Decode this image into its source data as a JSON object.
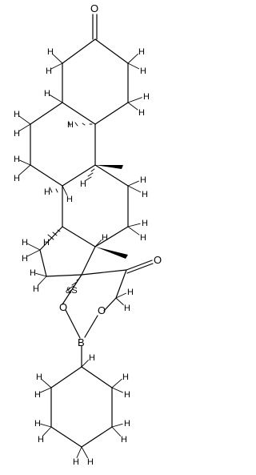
{
  "atom_labels": {
    "ketone_o": "O",
    "ring_o1": "O",
    "ring_o2": "O",
    "ester_o": "O",
    "boron": "B",
    "stereo_label": "&S",
    "h": "H"
  },
  "colors": {
    "bond": "#000000",
    "text": "#000000",
    "background": "#ffffff"
  }
}
